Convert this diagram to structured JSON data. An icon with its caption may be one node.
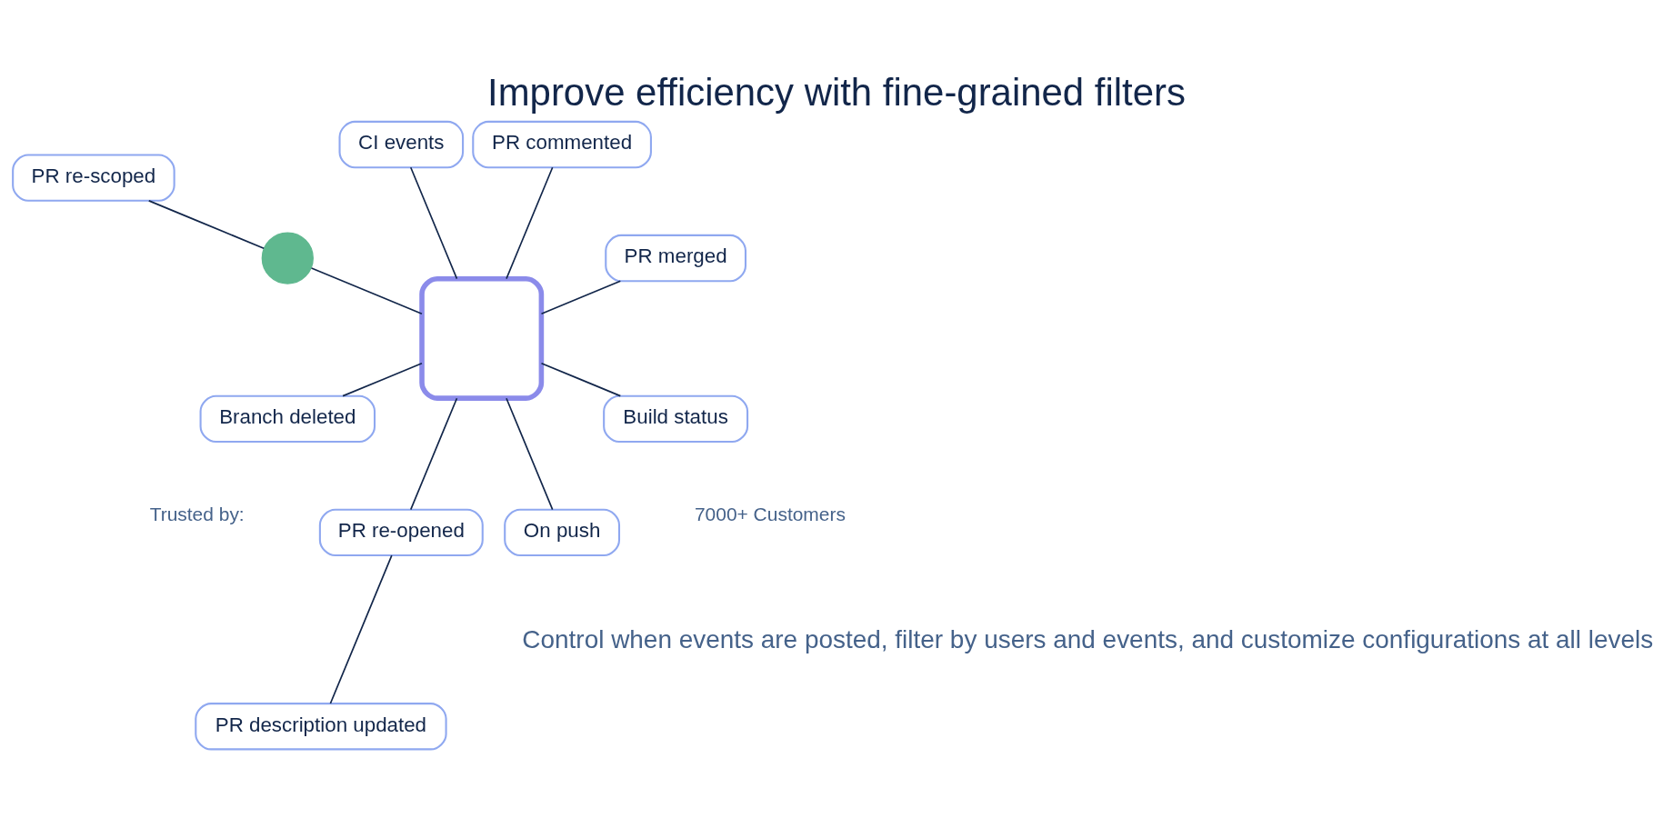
{
  "diagram": {
    "title": "Improve efficiency with fine-grained filters",
    "nodes": [
      {
        "text": [],
        "shape": "box"
      },
      {
        "text": [
          "PR merged"
        ]
      },
      {
        "text": [
          "PR commented"
        ]
      },
      {
        "text": [
          "CI events"
        ]
      },
      {
        "text": [],
        "shape": "circle"
      },
      {
        "text": [
          "PR re-scoped"
        ]
      },
      {
        "text": [
          "Branch deleted"
        ]
      },
      {
        "text": [
          "PR re-opened"
        ]
      },
      {
        "text": [
          "On push"
        ]
      },
      {
        "text": [
          "Build status"
        ]
      },
      {
        "text": [
          "PR description updated"
        ]
      }
    ],
    "edges": [
      {
        "from": 0,
        "to": 1,
        "arrow": "none"
      },
      {
        "from": 0,
        "to": 2,
        "arrow": "none"
      },
      {
        "from": 0,
        "to": 3,
        "arrow": "none"
      },
      {
        "from": 0,
        "to": 4,
        "arrow": "none"
      },
      {
        "from": 4,
        "to": 5,
        "arrow": "none"
      },
      {
        "from": 0,
        "to": 6,
        "arrow": "none"
      },
      {
        "from": 0,
        "to": 7,
        "arrow": "none"
      },
      {
        "from": 7,
        "to": 10,
        "arrow": "none"
      },
      {
        "from": 0,
        "to": 8,
        "arrow": "none"
      },
      {
        "from": 0,
        "to": 9,
        "arrow": "none"
      }
    ],
    "labels": [
      "Control when events are posted, filter by users and events, and customize configurations at all levels",
      "7000+ Customers",
      "Trusted by:"
    ]
  }
}
